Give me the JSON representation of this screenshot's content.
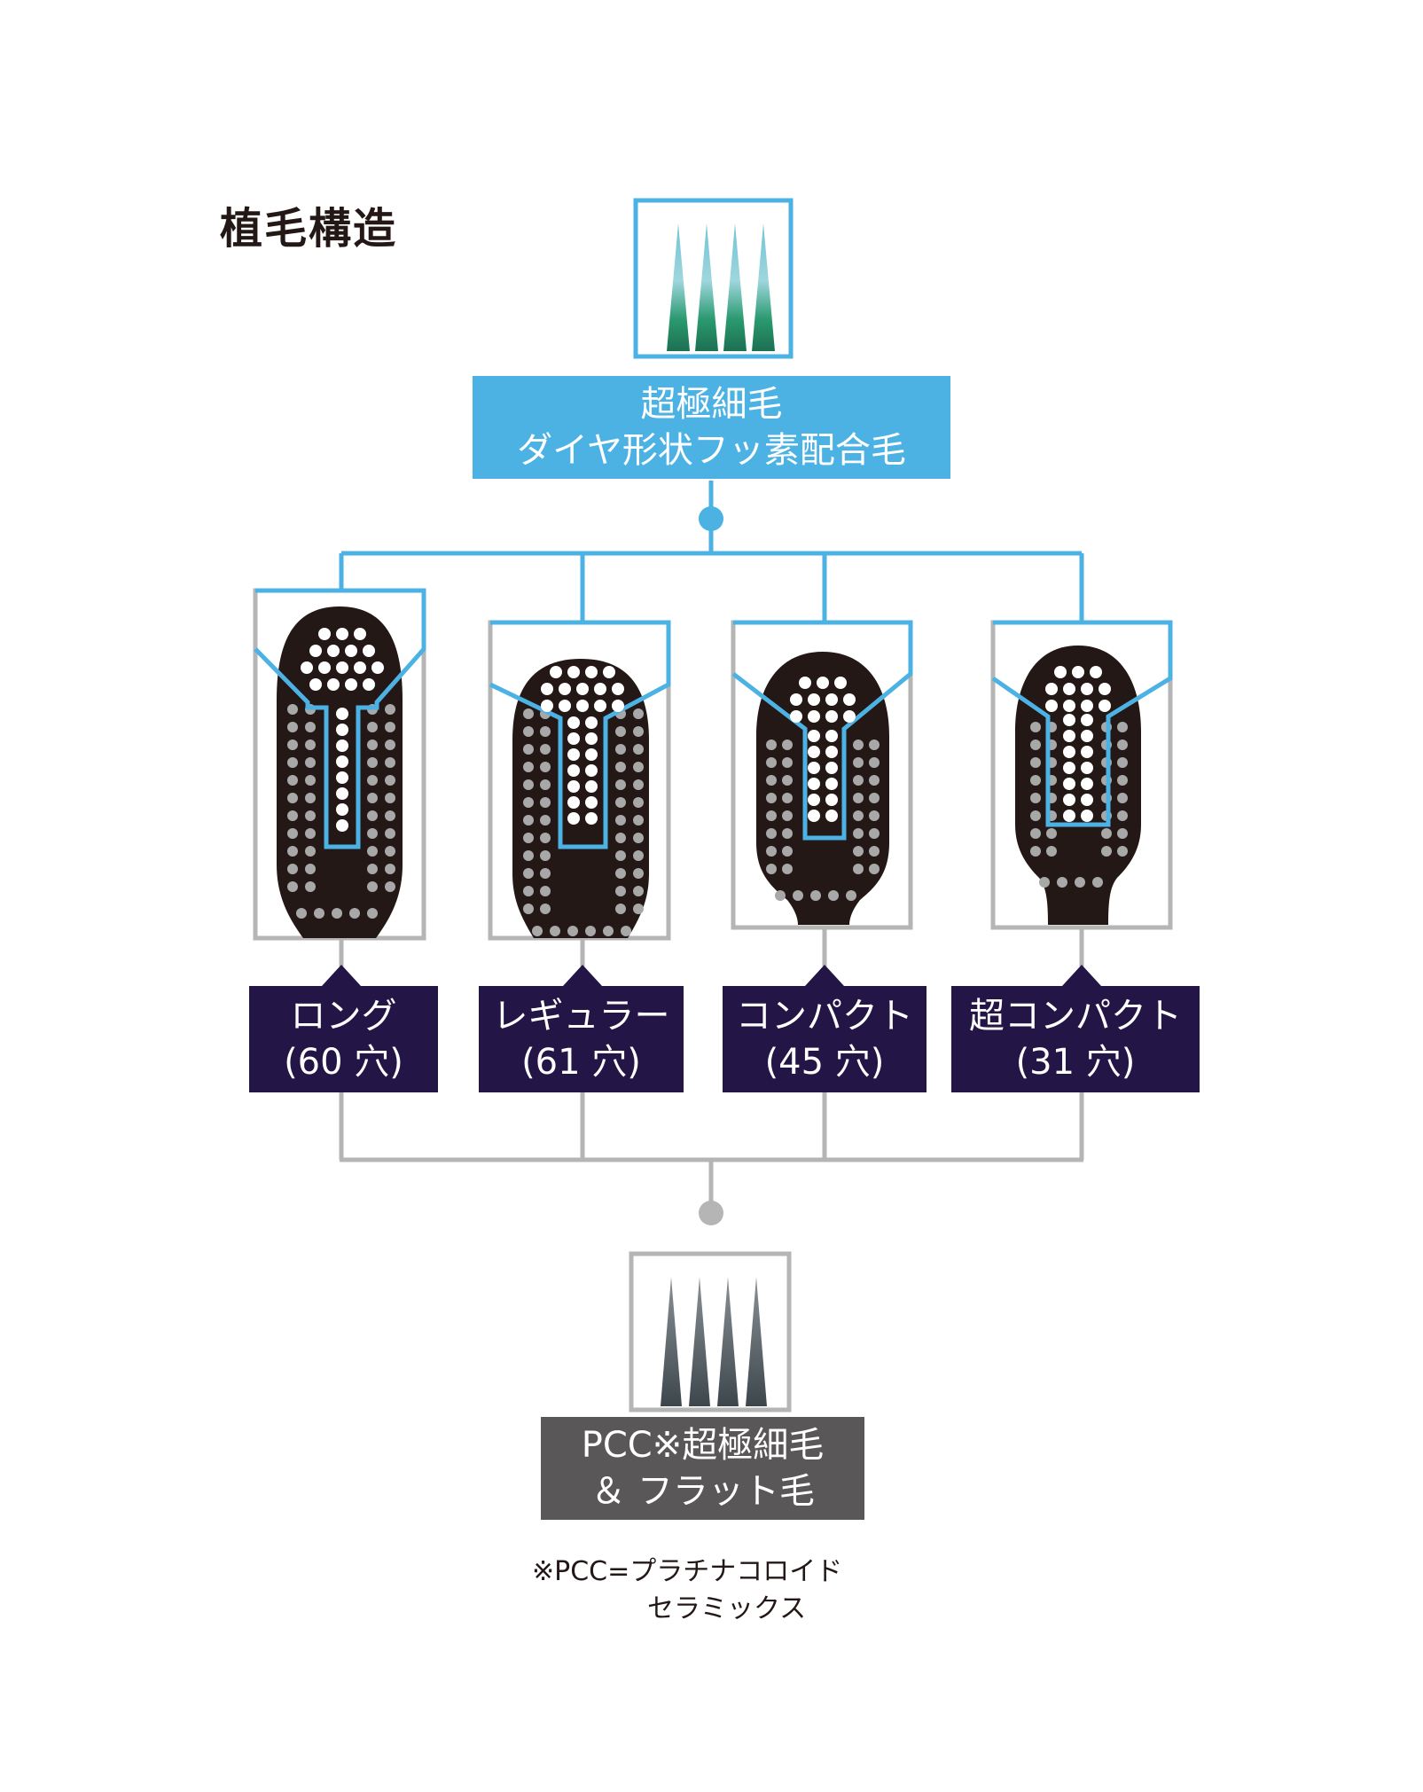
{
  "title": "植毛構造",
  "top_bristle": {
    "line1": "超極細毛",
    "line2": "ダイヤ形状フッ素配合毛"
  },
  "variants": [
    {
      "name": "ロング",
      "holes": "(60 穴)"
    },
    {
      "name": "レギュラー",
      "holes": "(61 穴)"
    },
    {
      "name": "コンパクト",
      "holes": "(45 穴)"
    },
    {
      "name": "超コンパクト",
      "holes": "(31 穴)"
    }
  ],
  "bottom_bristle": {
    "line1": "PCC※超極細毛",
    "line2": "＆ フラット毛"
  },
  "footnote": {
    "line1": "※PCC=プラチナコロイド",
    "line2": "セラミックス"
  },
  "colors": {
    "blue": "#4cb2e4",
    "navy": "#231546",
    "brush_head": "#231815",
    "gray_line": "#b5b5b6",
    "gray_label": "#595757"
  }
}
